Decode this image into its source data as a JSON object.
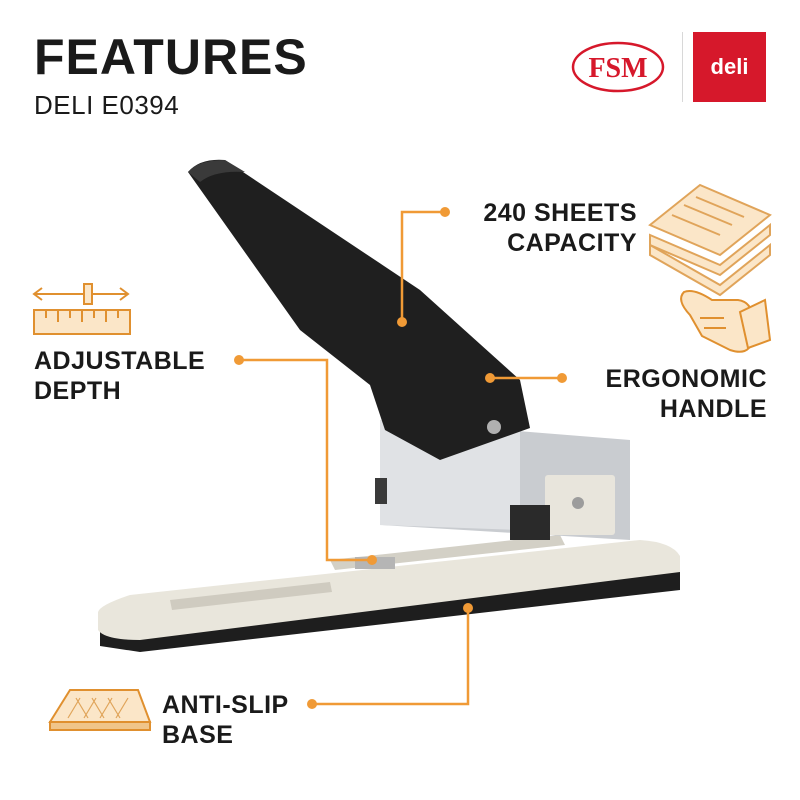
{
  "header": {
    "title": "FEATURES",
    "subtitle": "DELI E0394"
  },
  "brands": {
    "fsm_logo_text": "FSM",
    "deli_logo_text": "deli"
  },
  "features": [
    {
      "label_line1": "240 SHEETS",
      "label_line2": "CAPACITY",
      "icon": "paper-stack-icon"
    },
    {
      "label_line1": "ADJUSTABLE",
      "label_line2": "DEPTH",
      "icon": "ruler-icon"
    },
    {
      "label_line1": "ERGONOMIC",
      "label_line2": "HANDLE",
      "icon": "thumbs-up-hand-icon"
    },
    {
      "label_line1": "ANTI-SLIP",
      "label_line2": "BASE",
      "icon": "textured-pad-icon"
    }
  ],
  "colors": {
    "accent": "#f09a36",
    "brand_red": "#d6182b",
    "text": "#1a1a1a"
  }
}
